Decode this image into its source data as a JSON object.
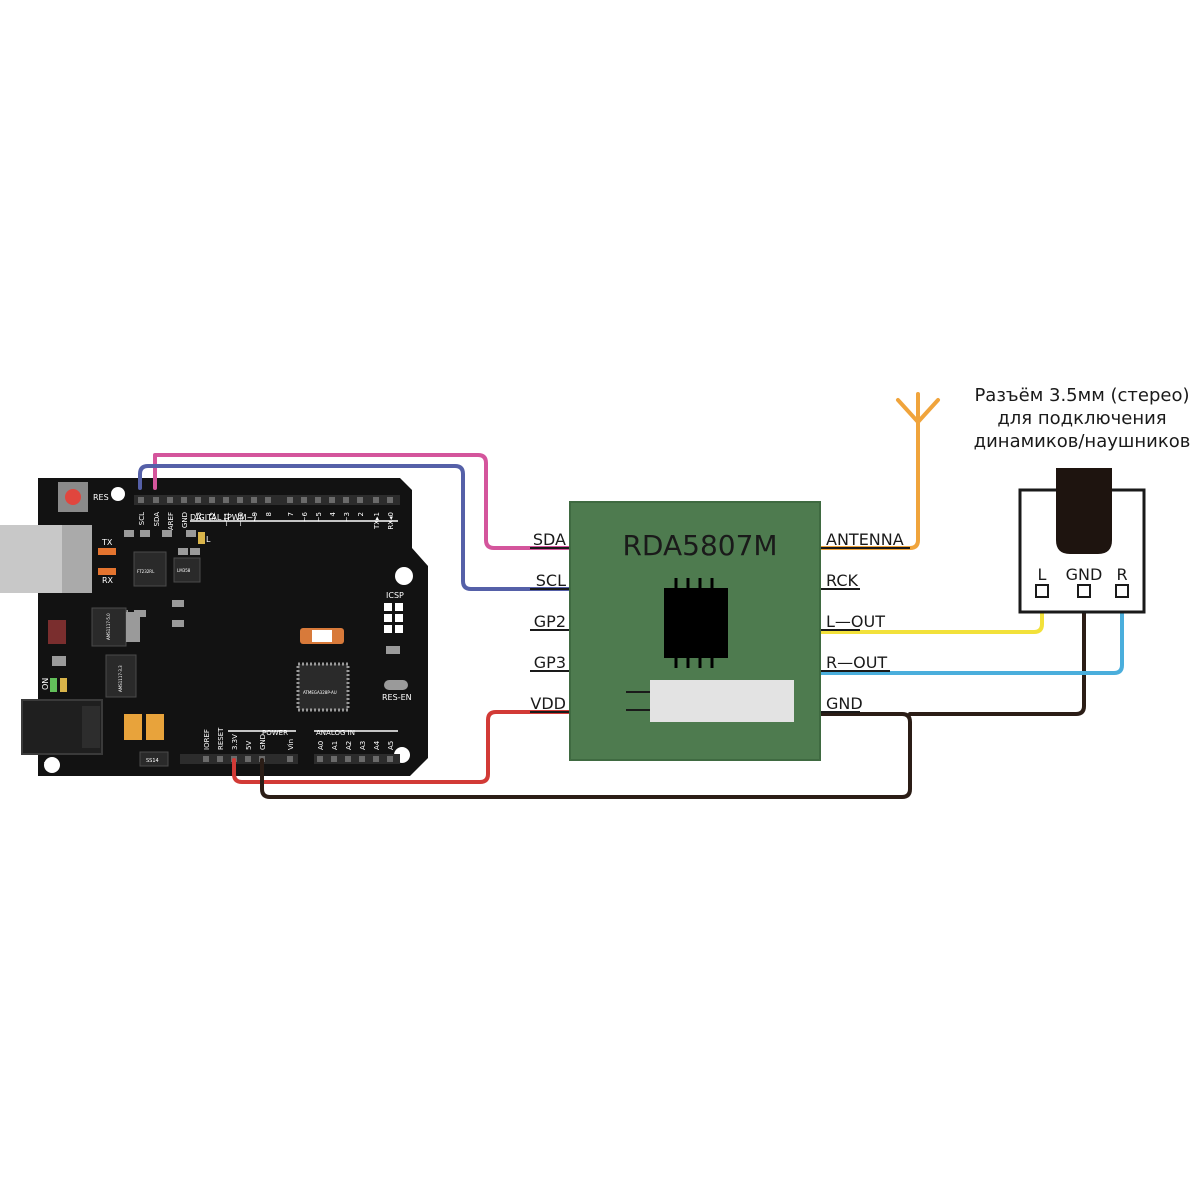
{
  "colors": {
    "pink": "#d4559c",
    "blue": "#5560a8",
    "orange": "#f0a43c",
    "yellow": "#f2e13a",
    "cyan": "#4aaedc",
    "red": "#d23a36",
    "brown": "#2b1d16",
    "module_green": "#4e7b4f"
  },
  "module": {
    "title": "RDA5807M",
    "left_pins": [
      "SDA",
      "SCL",
      "GP2",
      "GP3",
      "VDD"
    ],
    "right_pins": [
      "ANTENNA",
      "RCK",
      "L—OUT",
      "R—OUT",
      "GND"
    ]
  },
  "jack": {
    "caption_line1": "Разъём 3.5мм (стерео)",
    "caption_line2": "для подключения",
    "caption_line3": "динамиков/наушников",
    "pins": [
      "L",
      "GND",
      "R"
    ]
  },
  "board": {
    "top_pins": [
      "SCL",
      "SDA",
      "AREF",
      "GND",
      "13",
      "12",
      "~11",
      "~10",
      "~9",
      "8",
      "7",
      "~6",
      "~5",
      "4",
      "~3",
      "2",
      "TX▸1",
      "RX◂0"
    ],
    "digital_label": "DIGITAL (PWM~)",
    "bottom_pins": [
      "IOREF",
      "RESET",
      "3.3V",
      "5V",
      "GND",
      "Vin",
      "A0",
      "A1",
      "A2",
      "A3",
      "A4",
      "A5"
    ],
    "power_label": "POWER",
    "analog_label": "ANALOG IN",
    "res_label": "RES",
    "tx_label": "TX",
    "rx_label": "RX",
    "l_label": "L",
    "on_label": "ON",
    "vin_label": "Vin",
    "icsp_label": "ICSP",
    "res_en_label": "RES-EN",
    "ss14_label": "SS14",
    "reg1_label": "AMS1117-5.0",
    "reg2_label": "AMS1117-3.3",
    "chip1_label": "FT232RL",
    "chip2_label": "LM358",
    "mcu_label": "ATMEGA328P-AU"
  }
}
